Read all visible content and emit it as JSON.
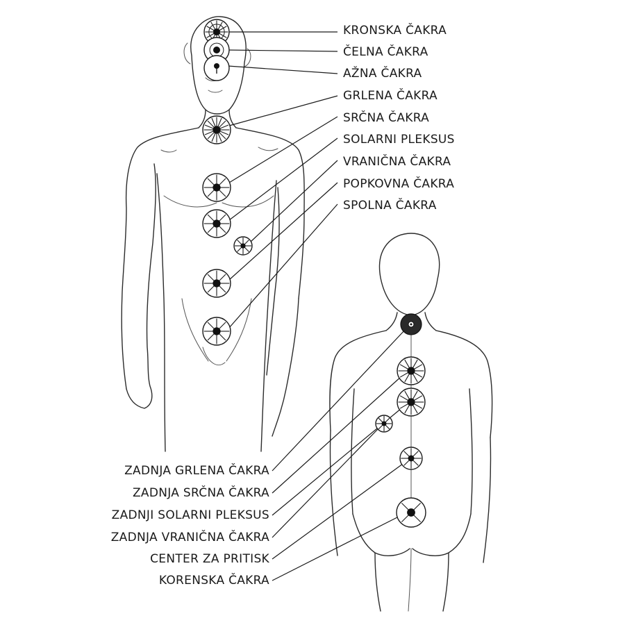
{
  "front_labels": [
    "KRONSKA ČAKRA",
    "ČELNA ČAKRA",
    "AŽNA ČAKRA",
    "GRLENA ČAKRA",
    "SRČNA ČAKRA",
    "SOLARNI PLEKSUS",
    "VRANIČNA ČAKRA",
    "POPKOVNA ČAKRA",
    "SPOLNA ČAKRA"
  ],
  "back_labels": [
    "ZADNJA GRLENA ČAKRA",
    "ZADNJA SRČNA ČAKRA",
    "ZADNJI SOLARNI PLEKSUS",
    "ZADNJA VRANIČNA ČAKRA",
    "CENTER ZA PRITISK",
    "KORENSKA ČAKRA"
  ]
}
